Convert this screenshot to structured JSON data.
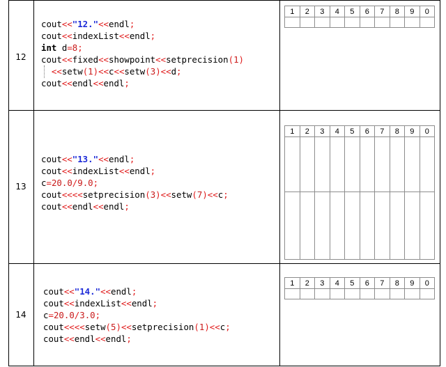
{
  "rows": [
    {
      "number": "12",
      "code": [
        [
          [
            "d",
            "cout"
          ],
          [
            "op",
            "<<"
          ],
          [
            "str",
            "\"12.\""
          ],
          [
            "op",
            "<<"
          ],
          [
            "d",
            "endl"
          ],
          [
            "sym",
            ";"
          ]
        ],
        [
          [
            "d",
            "cout"
          ],
          [
            "op",
            "<<"
          ],
          [
            "d",
            "indexList"
          ],
          [
            "op",
            "<<"
          ],
          [
            "d",
            "endl"
          ],
          [
            "sym",
            ";"
          ]
        ],
        [
          [
            "kw",
            "int"
          ],
          [
            "d",
            " d"
          ],
          [
            "op",
            "="
          ],
          [
            "num",
            "8"
          ],
          [
            "sym",
            ";"
          ]
        ],
        [
          [
            "d",
            "cout"
          ],
          [
            "op",
            "<<"
          ],
          [
            "d",
            "fixed"
          ],
          [
            "op",
            "<<"
          ],
          [
            "d",
            "showpoint"
          ],
          [
            "op",
            "<<"
          ],
          [
            "d",
            "setprecision"
          ],
          [
            "op",
            "("
          ],
          [
            "num",
            "1"
          ],
          [
            "op",
            ")"
          ]
        ],
        [
          [
            "d",
            "  "
          ],
          [
            "op",
            "<<"
          ],
          [
            "d",
            "setw"
          ],
          [
            "op",
            "("
          ],
          [
            "num",
            "1"
          ],
          [
            "op",
            ")"
          ],
          [
            "op",
            "<<"
          ],
          [
            "d",
            "c"
          ],
          [
            "op",
            "<<"
          ],
          [
            "d",
            "setw"
          ],
          [
            "op",
            "("
          ],
          [
            "num",
            "3"
          ],
          [
            "op",
            ")"
          ],
          [
            "op",
            "<<"
          ],
          [
            "d",
            "d"
          ],
          [
            "sym",
            ";"
          ]
        ],
        [
          [
            "d",
            "cout"
          ],
          [
            "op",
            "<<"
          ],
          [
            "d",
            "endl"
          ],
          [
            "op",
            "<<"
          ],
          [
            "d",
            "endl"
          ],
          [
            "sym",
            ";"
          ]
        ]
      ]
    },
    {
      "number": "13",
      "code": [
        [
          [
            "d",
            "cout"
          ],
          [
            "op",
            "<<"
          ],
          [
            "str",
            "\"13.\""
          ],
          [
            "op",
            "<<"
          ],
          [
            "d",
            "endl"
          ],
          [
            "sym",
            ";"
          ]
        ],
        [
          [
            "d",
            "cout"
          ],
          [
            "op",
            "<<"
          ],
          [
            "d",
            "indexList"
          ],
          [
            "op",
            "<<"
          ],
          [
            "d",
            "endl"
          ],
          [
            "sym",
            ";"
          ]
        ],
        [
          [
            "d",
            "c"
          ],
          [
            "op",
            "="
          ],
          [
            "num",
            "20.0"
          ],
          [
            "op",
            "/"
          ],
          [
            "num",
            "9.0"
          ],
          [
            "sym",
            ";"
          ]
        ],
        [
          [
            "d",
            "cout"
          ],
          [
            "op",
            "<<"
          ],
          [
            "op",
            "<<"
          ],
          [
            "d",
            "setprecision"
          ],
          [
            "op",
            "("
          ],
          [
            "num",
            "3"
          ],
          [
            "op",
            ")"
          ],
          [
            "op",
            "<<"
          ],
          [
            "d",
            "setw"
          ],
          [
            "op",
            "("
          ],
          [
            "num",
            "7"
          ],
          [
            "op",
            ")"
          ],
          [
            "op",
            "<<"
          ],
          [
            "d",
            "c"
          ],
          [
            "sym",
            ";"
          ]
        ],
        [
          [
            "d",
            "cout"
          ],
          [
            "op",
            "<<"
          ],
          [
            "d",
            "endl"
          ],
          [
            "op",
            "<<"
          ],
          [
            "d",
            "endl"
          ],
          [
            "sym",
            ";"
          ]
        ]
      ]
    },
    {
      "number": "14",
      "code": [
        [
          [
            "d",
            "cout"
          ],
          [
            "op",
            "<<"
          ],
          [
            "str",
            "\"14.\""
          ],
          [
            "op",
            "<<"
          ],
          [
            "d",
            "endl"
          ],
          [
            "sym",
            ";"
          ]
        ],
        [
          [
            "d",
            "cout"
          ],
          [
            "op",
            "<<"
          ],
          [
            "d",
            "indexList"
          ],
          [
            "op",
            "<<"
          ],
          [
            "d",
            "endl"
          ],
          [
            "sym",
            ";"
          ]
        ],
        [
          [
            "d",
            "c"
          ],
          [
            "op",
            "="
          ],
          [
            "num",
            "20.0"
          ],
          [
            "op",
            "/"
          ],
          [
            "num",
            "3.0"
          ],
          [
            "sym",
            ";"
          ]
        ],
        [
          [
            "d",
            "cout"
          ],
          [
            "op",
            "<<"
          ],
          [
            "op",
            "<<"
          ],
          [
            "d",
            "setw"
          ],
          [
            "op",
            "("
          ],
          [
            "num",
            "5"
          ],
          [
            "op",
            ")"
          ],
          [
            "op",
            "<<"
          ],
          [
            "d",
            "setprecision"
          ],
          [
            "op",
            "("
          ],
          [
            "num",
            "1"
          ],
          [
            "op",
            ")"
          ],
          [
            "op",
            "<<"
          ],
          [
            "d",
            "c"
          ],
          [
            "sym",
            ";"
          ]
        ],
        [
          [
            "d",
            "cout"
          ],
          [
            "op",
            "<<"
          ],
          [
            "d",
            "endl"
          ],
          [
            "op",
            "<<"
          ],
          [
            "d",
            "endl"
          ],
          [
            "sym",
            ";"
          ]
        ]
      ]
    }
  ],
  "grid_digits": [
    "1",
    "2",
    "3",
    "4",
    "5",
    "6",
    "7",
    "8",
    "9",
    "0"
  ]
}
